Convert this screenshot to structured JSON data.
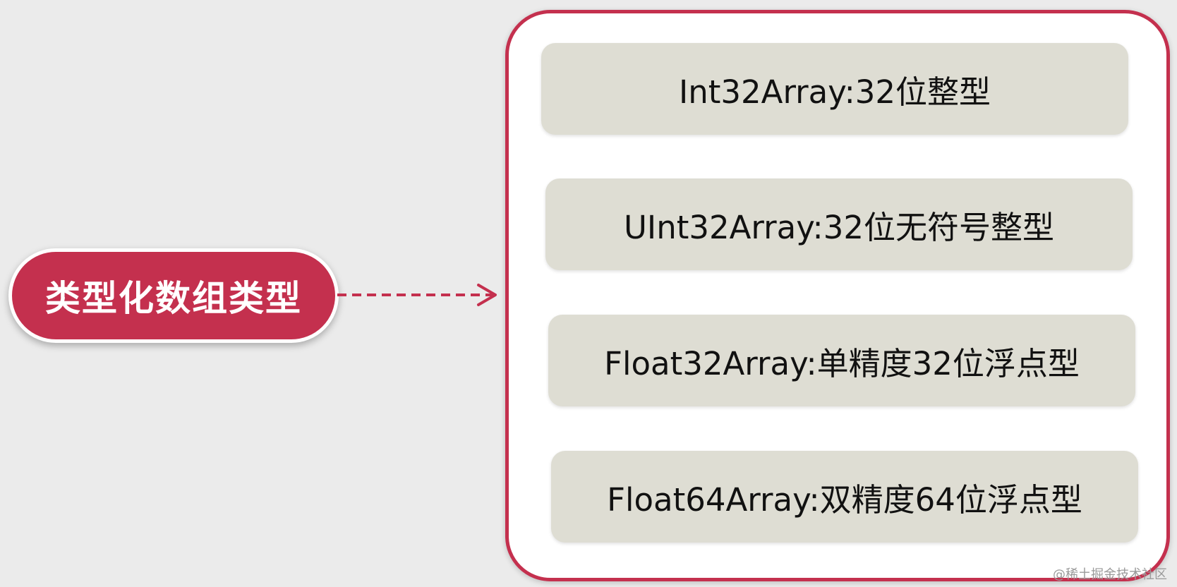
{
  "root": {
    "label": "类型化数组类型"
  },
  "items": [
    {
      "label": "Int32Array:32位整型"
    },
    {
      "label": "UInt32Array:32位无符号整型"
    },
    {
      "label": "Float32Array:单精度32位浮点型"
    },
    {
      "label": "Float64Array:双精度64位浮点型"
    }
  ],
  "watermark": "@稀土掘金技术社区",
  "colors": {
    "accent": "#c4304e",
    "item_bg": "#deddd3",
    "page_bg": "#ebebeb",
    "panel_bg": "#ffffff"
  }
}
